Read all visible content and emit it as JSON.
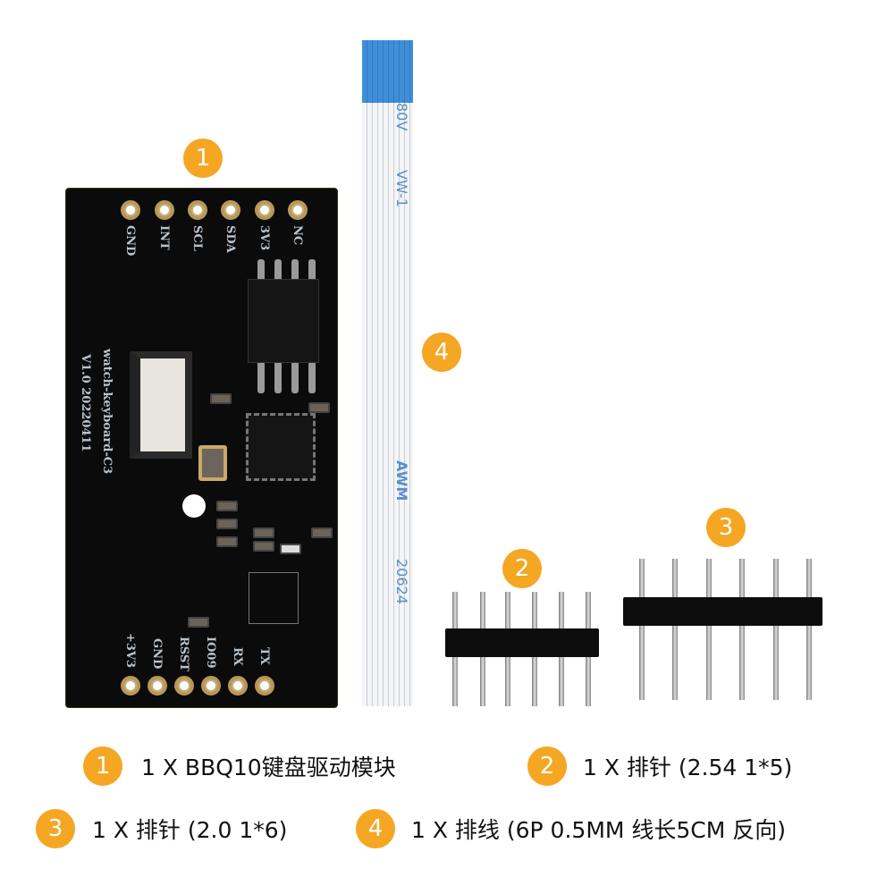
{
  "callouts": [
    "1",
    "2",
    "3",
    "4"
  ],
  "pcb": {
    "top_pins": [
      "GND",
      "INT",
      "SCL",
      "SDA",
      "3V3",
      "NC"
    ],
    "bottom_pins": [
      "+3V3",
      "GND",
      "RSST",
      "IO09",
      "RX",
      "TX"
    ],
    "silk_name": "watch-keyboard-C3",
    "silk_version": "V1.0 20220411"
  },
  "cable": {
    "text_top": "80V",
    "text_mid": "VW-1",
    "text_awm": "AWM",
    "text_num": "20624"
  },
  "legend": [
    {
      "num": "1",
      "text": "1 X BBQ10键盘驱动模块"
    },
    {
      "num": "2",
      "text": "1 X 排针 (2.54  1*5)"
    },
    {
      "num": "3",
      "text": "1 X 排针 (2.0 1*6)"
    },
    {
      "num": "4",
      "text": "1 X 排线 (6P 0.5MM 线长5CM 反向)"
    }
  ],
  "colors": {
    "badge": "#F5A623",
    "pcb": "#0b0b0b",
    "cable_blue": "#3f8fd8"
  }
}
